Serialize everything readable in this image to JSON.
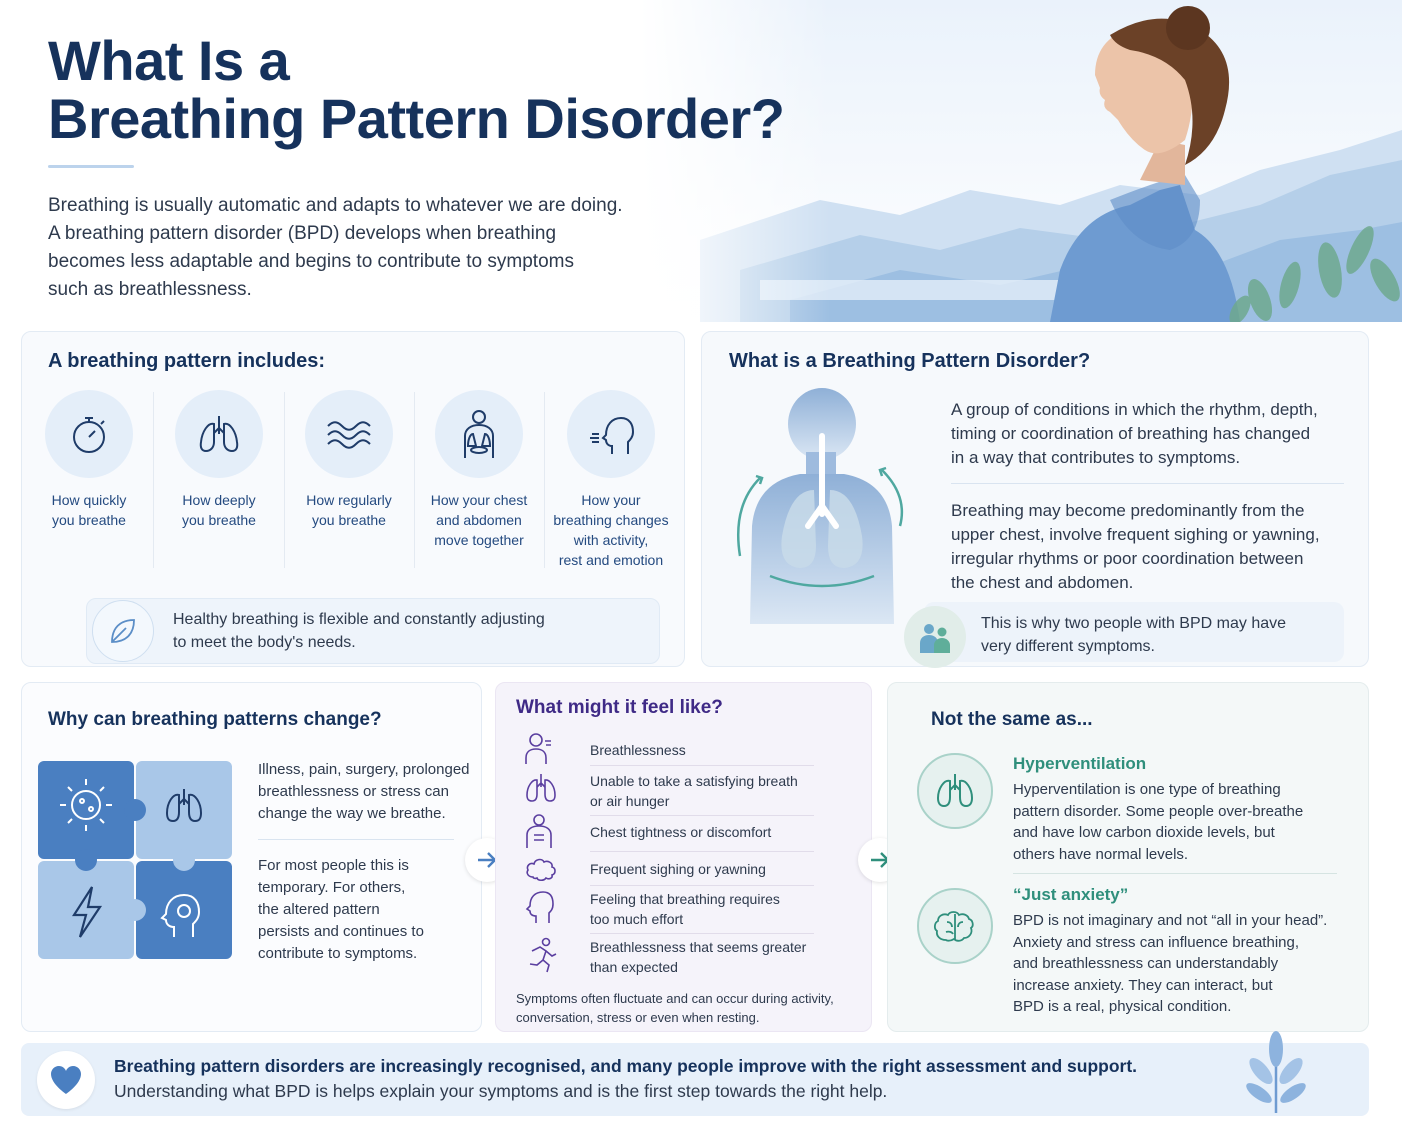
{
  "title": {
    "line1": "What Is a",
    "line2": "Breathing Pattern Disorder?"
  },
  "intro": [
    "Breathing is usually automatic and adapts to whatever we are doing.",
    "A breathing pattern disorder (BPD) develops when breathing",
    "becomes less adaptable and begins to contribute to symptoms",
    "such as breathlessness."
  ],
  "includes": {
    "heading": "A breathing pattern includes:",
    "items": [
      {
        "icon": "stopwatch-icon",
        "label": [
          "How quickly",
          "you breathe"
        ]
      },
      {
        "icon": "lungs-icon",
        "label": [
          "How deeply",
          "you breathe"
        ]
      },
      {
        "icon": "waves-icon",
        "label": [
          "How regularly",
          "you breathe"
        ]
      },
      {
        "icon": "torso-icon",
        "label": [
          "How your chest",
          "and abdomen",
          "move together"
        ]
      },
      {
        "icon": "head-breath-icon",
        "label": [
          "How your",
          "breathing changes",
          "with activity,",
          "rest and emotion"
        ]
      }
    ],
    "healthy": [
      "Healthy breathing is flexible and constantly adjusting",
      "to meet the body's needs."
    ]
  },
  "what_is": {
    "heading": "What is a Breathing Pattern Disorder?",
    "p1": [
      "A group of conditions in which the rhythm, depth,",
      "timing or coordination of breathing has changed",
      "in a way that contributes to symptoms."
    ],
    "p2": [
      "Breathing may become predominantly from the",
      "upper chest, involve frequent sighing or yawning,",
      "irregular rhythms or poor coordination between",
      "the chest and abdomen."
    ],
    "note": [
      "This is why two people with BPD may have",
      "very different symptoms."
    ]
  },
  "why": {
    "heading": "Why can breathing patterns change?",
    "p1": [
      "Illness, pain, surgery, prolonged",
      "breathlessness or stress can",
      "change the way we breathe."
    ],
    "p2": [
      "For most people this is",
      "temporary. For others,",
      "the altered pattern",
      "persists and continues to",
      "contribute to symptoms."
    ]
  },
  "feel": {
    "heading": "What might it feel like?",
    "items": [
      {
        "icon": "person-breathless-icon",
        "text": [
          "Breathlessness"
        ]
      },
      {
        "icon": "lungs-icon",
        "text": [
          "Unable to take a satisfying breath",
          "or air hunger"
        ]
      },
      {
        "icon": "chest-tight-icon",
        "text": [
          "Chest tightness or discomfort"
        ]
      },
      {
        "icon": "sigh-cloud-icon",
        "text": [
          "Frequent sighing or yawning"
        ]
      },
      {
        "icon": "head-effort-icon",
        "text": [
          "Feeling that breathing requires",
          "too much effort"
        ]
      },
      {
        "icon": "runner-icon",
        "text": [
          "Breathlessness that seems greater",
          "than expected"
        ]
      }
    ],
    "note": [
      "Symptoms often fluctuate and can occur during activity,",
      "conversation, stress or even when resting."
    ]
  },
  "not_same": {
    "heading": "Not the same as...",
    "hyper": {
      "title": "Hyperventilation",
      "text": [
        "Hyperventilation is one type of breathing",
        "pattern disorder. Some people over-breathe",
        "and have low carbon dioxide levels, but",
        "others have normal levels."
      ]
    },
    "anxiety": {
      "title": "“Just anxiety”",
      "text": [
        "BPD is not imaginary and not “all in your head”.",
        "Anxiety and stress can influence breathing,",
        "and breathlessness can understandably",
        "increase anxiety. They can interact, but",
        "BPD is a real, physical condition."
      ]
    }
  },
  "footer": {
    "bold": "Breathing pattern disorders are increasingly recognised, and many people improve with the right assessment and support.",
    "normal": "Understanding what BPD is helps explain your symptoms and is the first step towards the right help."
  },
  "colors": {
    "navy": "#16325c",
    "accent_blue": "#4a7fc1",
    "teal": "#2f8f7c",
    "purple": "#3f2a86"
  }
}
